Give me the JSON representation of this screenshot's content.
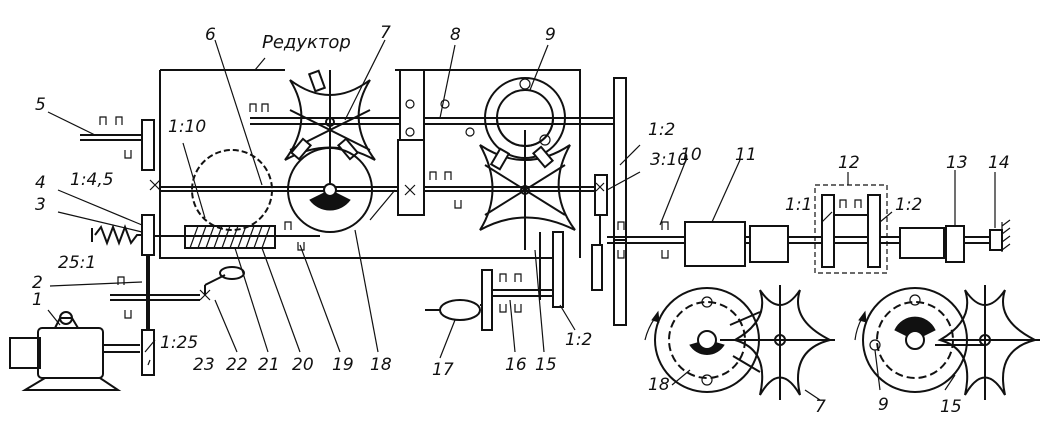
{
  "title": "Редуктор",
  "ratios": {
    "r_1_10": "1:10",
    "r_1_4_5": "1:4,5",
    "r_25_1": "25:1",
    "r_1_25": "1:25",
    "r_1_2_top": "1:2",
    "r_3_10": "3:10",
    "r_1_2_bottom": "1:2",
    "r_1_1": "1:1",
    "r_1_2_right": "1:2"
  },
  "callouts": {
    "c1": "1",
    "c2": "2",
    "c3": "3",
    "c4": "4",
    "c5": "5",
    "c6": "6",
    "c7": "7",
    "c8": "8",
    "c9": "9",
    "c10": "10",
    "c11": "11",
    "c12": "12",
    "c13": "13",
    "c14": "14",
    "c15": "15",
    "c16": "16",
    "c17": "17",
    "c18": "18",
    "c19": "19",
    "c20": "20",
    "c21": "21",
    "c22": "22",
    "c23": "23"
  },
  "details": {
    "d18": "18",
    "d7": "7",
    "d9": "9",
    "d15": "15"
  }
}
